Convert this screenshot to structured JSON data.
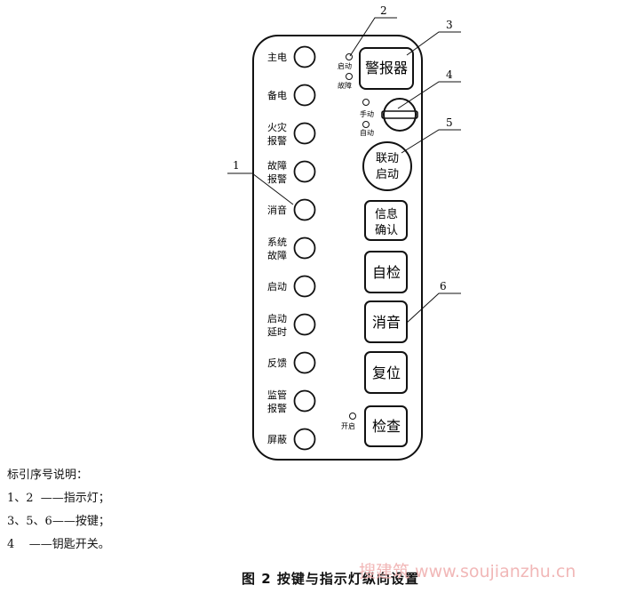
{
  "indicators": [
    {
      "label": [
        "主电"
      ]
    },
    {
      "label": [
        "备电"
      ]
    },
    {
      "label": [
        "火灾",
        "报警"
      ]
    },
    {
      "label": [
        "故障",
        "报警"
      ]
    },
    {
      "label": [
        "消音"
      ]
    },
    {
      "label": [
        "系统",
        "故障"
      ]
    },
    {
      "label": [
        "启动"
      ]
    },
    {
      "label": [
        "启动",
        "延时"
      ]
    },
    {
      "label": [
        "反馈"
      ]
    },
    {
      "label": [
        "监管",
        "报警"
      ]
    },
    {
      "label": [
        "屏蔽"
      ]
    }
  ],
  "small_leds": {
    "alarm_start": "启动",
    "alarm_fault": "故障",
    "key_manual": "手动",
    "key_auto": "自动",
    "check_self": "开启"
  },
  "buttons": {
    "alarm": "警报器",
    "linkage": [
      "联动",
      "启动"
    ],
    "confirm": [
      "信息",
      "确认"
    ],
    "selfcheck": "自检",
    "silence": "消音",
    "reset": "复位",
    "check": "检查"
  },
  "callouts": [
    "1",
    "2",
    "3",
    "4",
    "5",
    "6"
  ],
  "legend": {
    "title": "标引序号说明：",
    "lines": [
      "1、2  ——指示灯；",
      "3、5、6——按键；",
      "4    ——钥匙开关。"
    ]
  },
  "caption": "图 2   按键与指示灯纵向设置",
  "watermark": "搜建筑 www.soujianzhu.cn"
}
